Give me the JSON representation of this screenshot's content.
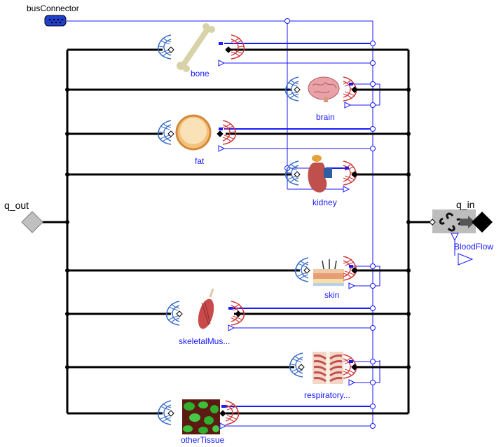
{
  "diagram": {
    "bus_connector_label": "busConnector",
    "port_out_label": "q_out",
    "port_in_label": "q_in",
    "blood_flow_label": "BloodFlow",
    "components": [
      {
        "id": "bone",
        "label": "bone"
      },
      {
        "id": "brain",
        "label": "brain"
      },
      {
        "id": "fat",
        "label": "fat"
      },
      {
        "id": "kidney",
        "label": "kidney"
      },
      {
        "id": "skin",
        "label": "skin"
      },
      {
        "id": "skeletal",
        "label": "skeletalMus..."
      },
      {
        "id": "respiratory",
        "label": "respiratory..."
      },
      {
        "id": "other",
        "label": "otherTissue"
      }
    ]
  },
  "colors": {
    "wire": "#000000",
    "signal": "#1a1aff",
    "vessel_blue": "#3a6fc9",
    "vessel_red": "#d23a3a"
  }
}
